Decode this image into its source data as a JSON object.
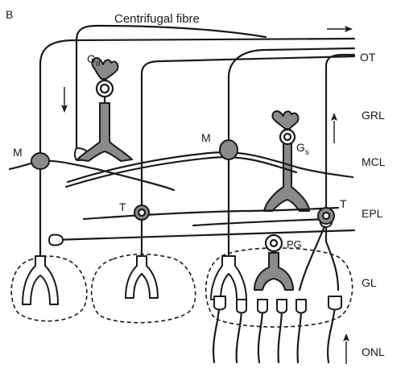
{
  "figure": {
    "panel_label": "B",
    "title_label": "Centrifugal fibre"
  },
  "layers": {
    "ot": "OT",
    "grl": "GRL",
    "mcl": "MCL",
    "epl": "EPL",
    "gl": "GL",
    "onl": "ONL"
  },
  "cells": {
    "mitral_left": "M",
    "mitral_center": "M",
    "tufted_left": "T",
    "tufted_right": "T",
    "granule_deep": {
      "base": "G",
      "sub": "d"
    },
    "granule_superficial": {
      "base": "G",
      "sub": "s"
    },
    "periglomerular": "PG"
  }
}
